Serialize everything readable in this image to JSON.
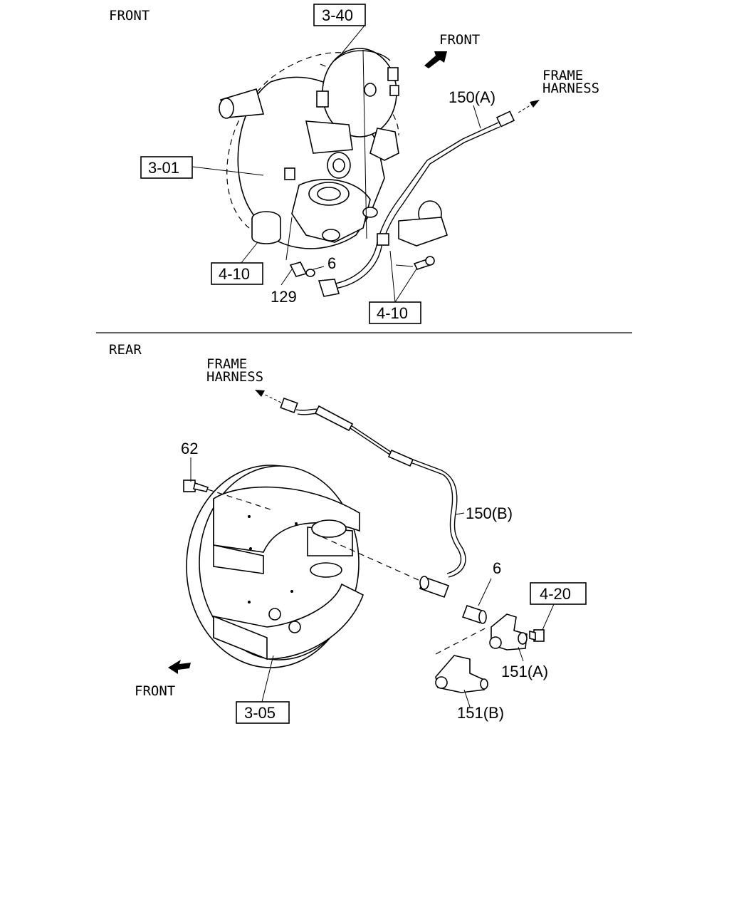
{
  "front_section": {
    "heading": "FRONT",
    "direction_label": "FRONT",
    "harness_label_line1": "FRAME",
    "harness_label_line2": "HARNESS",
    "ref_boxes": [
      "3-40",
      "3-01",
      "4-10",
      "4-10"
    ],
    "callouts": [
      "150(A)",
      "6",
      "129"
    ]
  },
  "rear_section": {
    "heading": "REAR",
    "direction_label": "FRONT",
    "harness_label_line1": "FRAME",
    "harness_label_line2": "HARNESS",
    "ref_boxes": [
      "4-20",
      "3-05"
    ],
    "callouts": [
      "62",
      "150(B)",
      "6",
      "151(A)",
      "151(B)"
    ]
  }
}
